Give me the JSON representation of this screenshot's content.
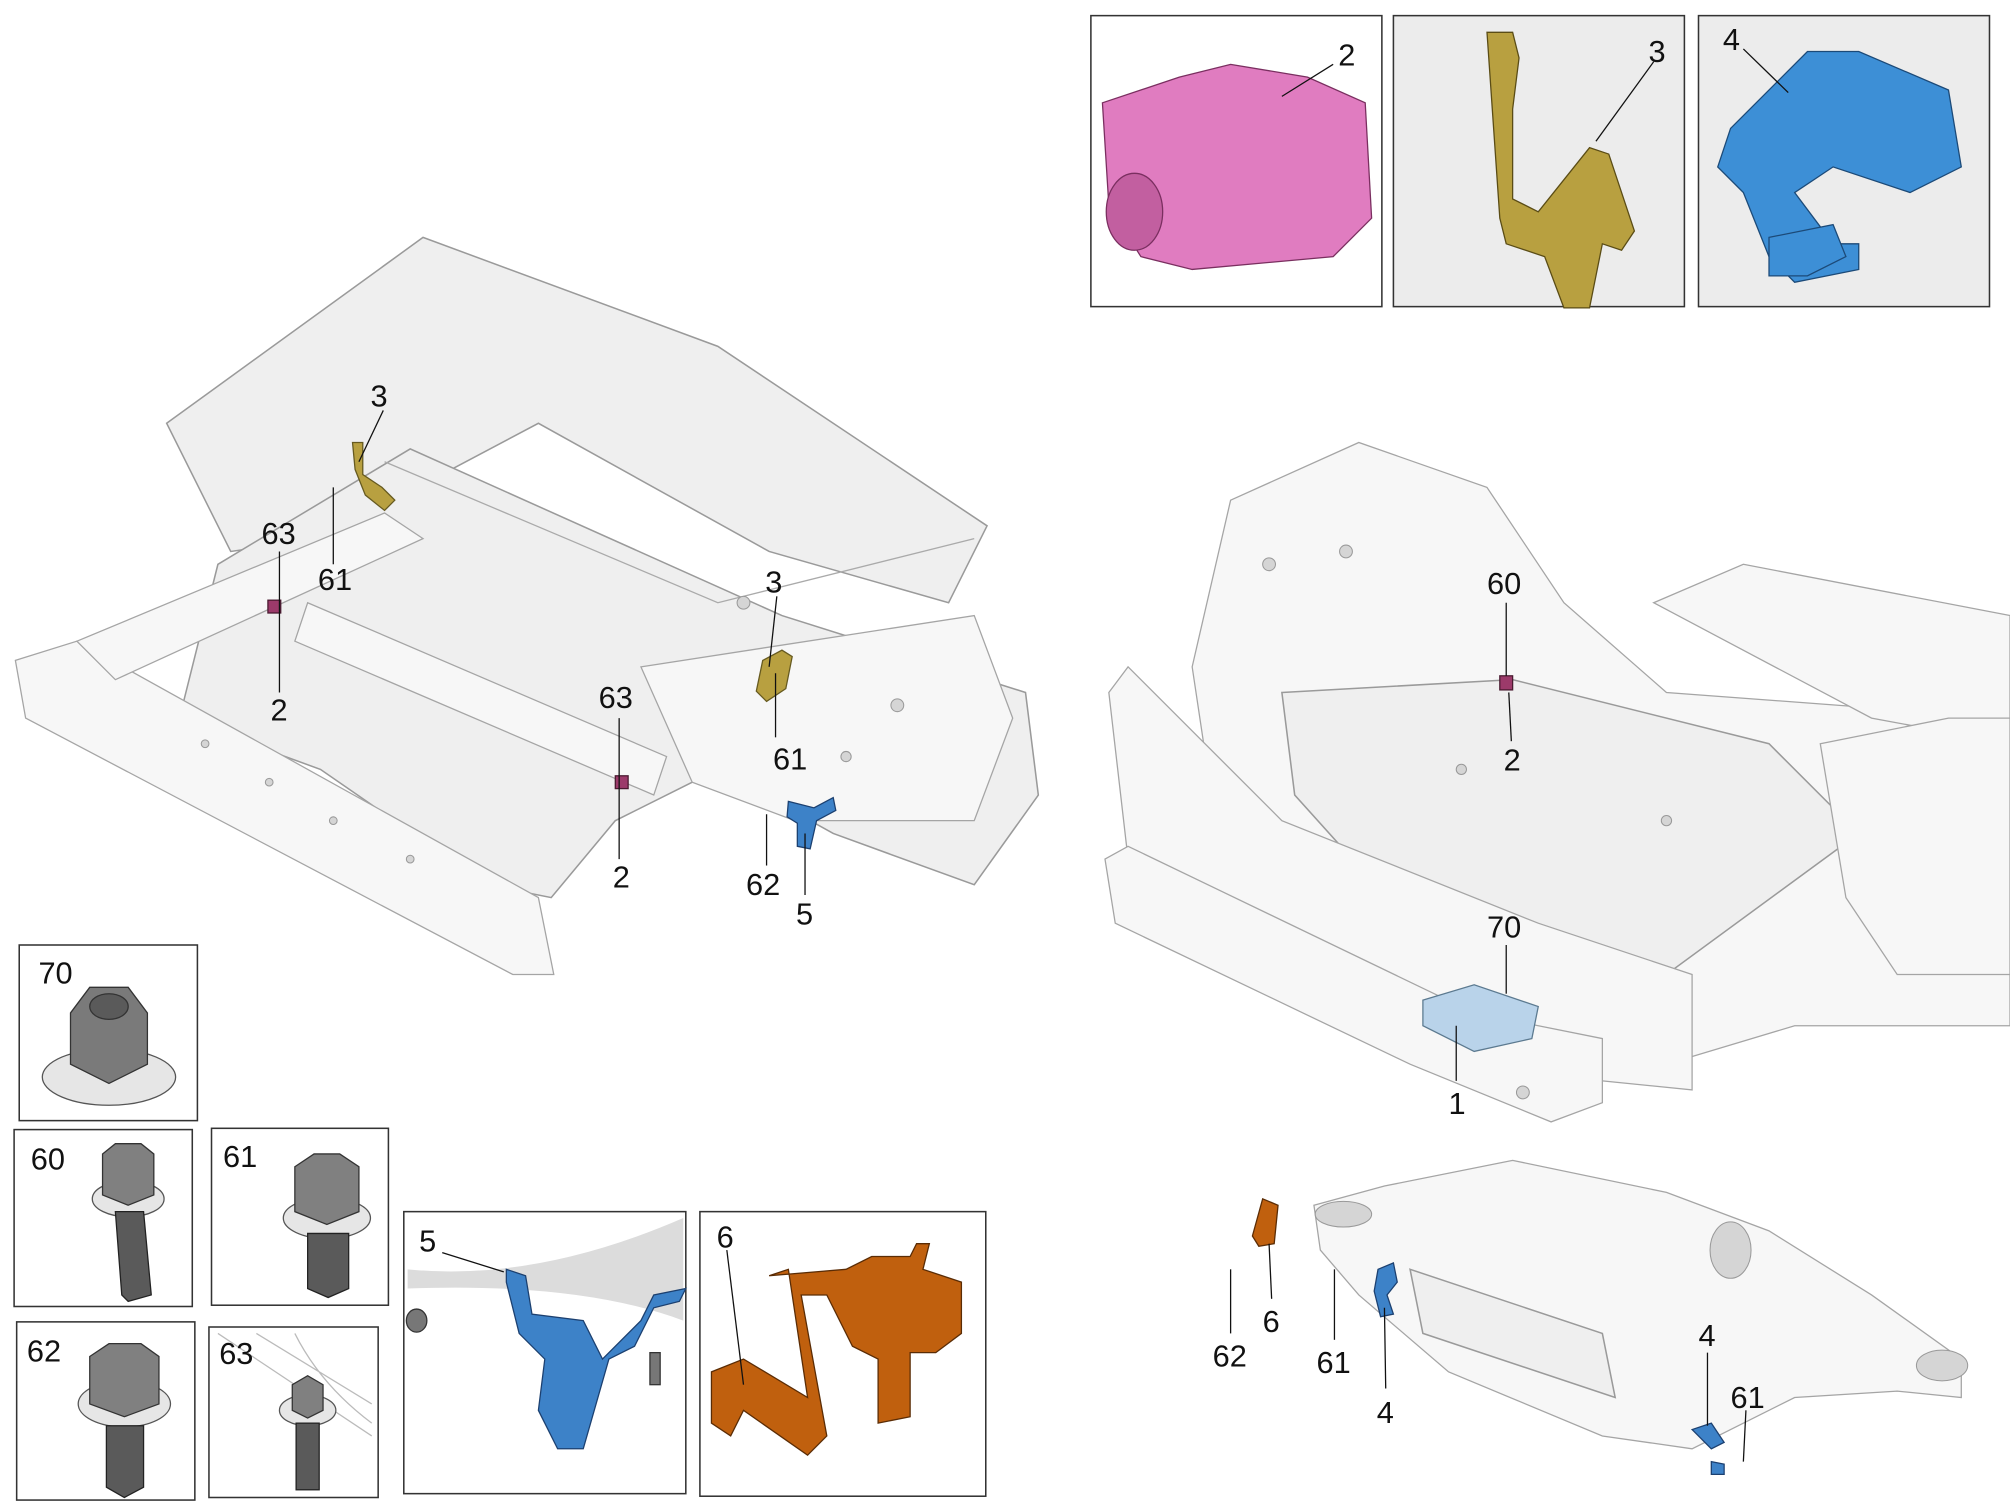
{
  "title": "Ride height sensor parts diagram",
  "colors": {
    "part_2": "#e07cc0",
    "part_3": "#b8a040",
    "part_4": "#3d8fd6",
    "part_5": "#3d82c8",
    "part_6": "#c0600e",
    "chassis": "#efefef"
  },
  "insets": {
    "top_2": "2",
    "top_3": "3",
    "top_4": "4",
    "fastener_70": "70",
    "fastener_60": "60",
    "fastener_61": "61",
    "fastener_62": "62",
    "fastener_63": "63",
    "bottom_5": "5",
    "bottom_6": "6"
  },
  "callouts": {
    "front_left": [
      "3",
      "63",
      "61",
      "2",
      "3",
      "63",
      "61",
      "2",
      "62",
      "5"
    ],
    "front_right": [
      "60",
      "2",
      "70",
      "1"
    ],
    "rear": [
      "6",
      "62",
      "61",
      "4",
      "4",
      "61"
    ]
  }
}
